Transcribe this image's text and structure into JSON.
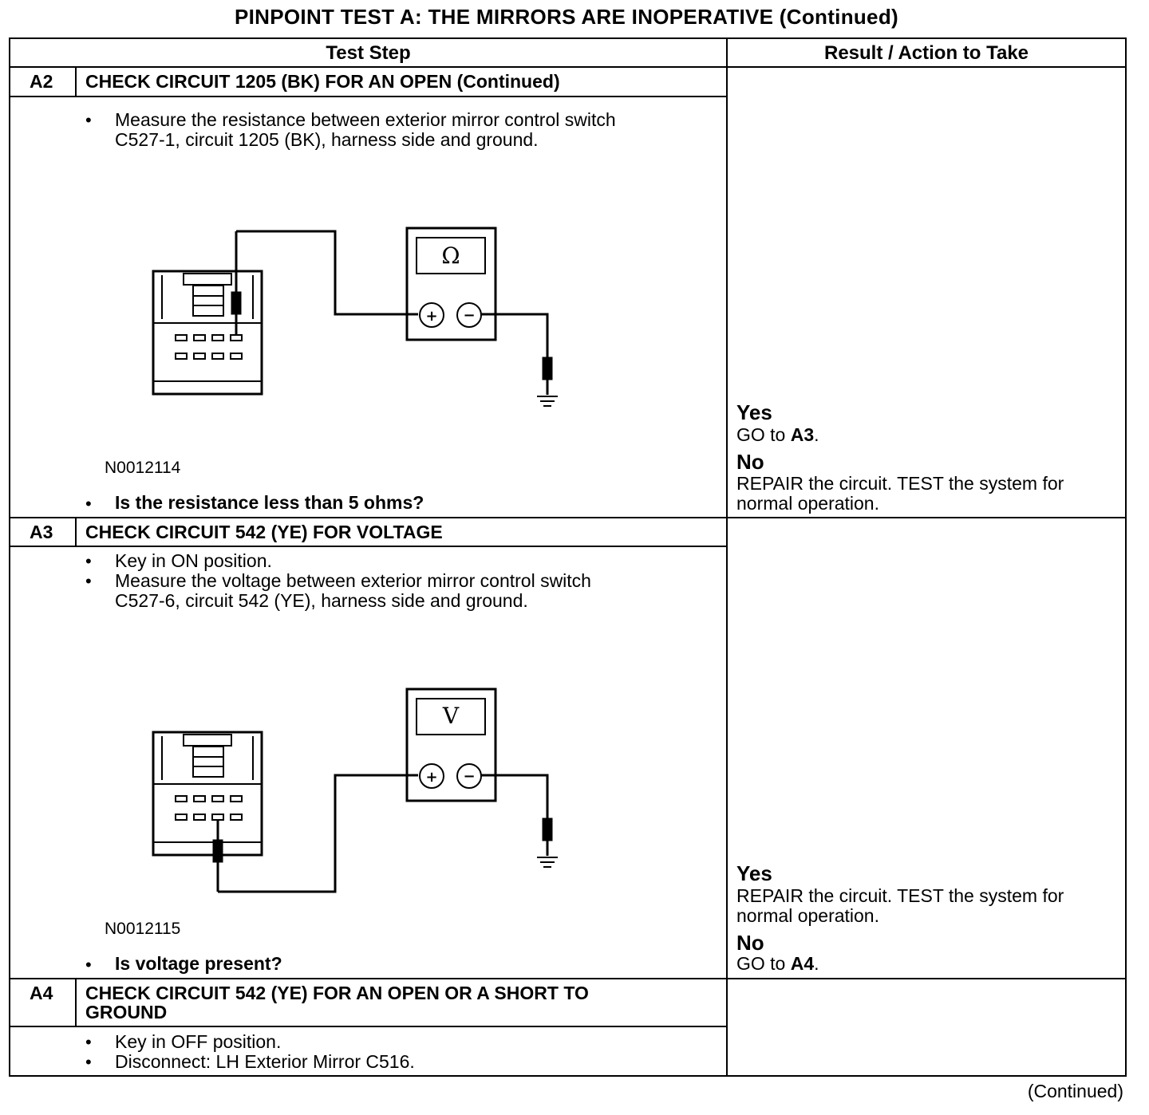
{
  "title": "PINPOINT TEST  A:  THE MIRRORS ARE INOPERATIVE (Continued)",
  "header": {
    "test_step": "Test Step",
    "result": "Result / Action to Take"
  },
  "steps": [
    {
      "id": "A2",
      "heading": "CHECK CIRCUIT 1205 (BK) FOR AN OPEN (Continued)",
      "bullets": [
        "Measure the resistance between exterior mirror control switch",
        "C527-1, circuit 1205 (BK), harness side and ground."
      ],
      "figure_id": "N0012114",
      "meter_symbol": "Ω",
      "plus": "+",
      "minus": "−",
      "question": "Is the resistance less than 5 ohms?",
      "yes": {
        "label": "Yes",
        "action_pre": "GO to ",
        "action_ref": "A3",
        "action_post": "."
      },
      "no": {
        "label": "No",
        "line1": "REPAIR the circuit. TEST the system for",
        "line2": "normal operation."
      }
    },
    {
      "id": "A3",
      "heading": "CHECK CIRCUIT 542 (YE) FOR VOLTAGE",
      "bullets": [
        "Key in ON position.",
        "Measure the voltage between exterior mirror control switch",
        "C527-6, circuit 542 (YE), harness side and ground."
      ],
      "figure_id": "N0012115",
      "meter_symbol": "V",
      "plus": "+",
      "minus": "−",
      "question": "Is voltage present?",
      "yes": {
        "label": "Yes",
        "line1": "REPAIR the circuit. TEST the system for",
        "line2": "normal operation."
      },
      "no": {
        "label": "No",
        "action_pre": "GO to ",
        "action_ref": "A4",
        "action_post": "."
      }
    },
    {
      "id": "A4",
      "heading_line1": "CHECK CIRCUIT 542 (YE) FOR AN OPEN OR A SHORT TO",
      "heading_line2": "GROUND",
      "bullets": [
        "Key in OFF position.",
        "Disconnect: LH Exterior Mirror C516."
      ]
    }
  ],
  "bullet_char": "•",
  "footer": "(Continued)"
}
